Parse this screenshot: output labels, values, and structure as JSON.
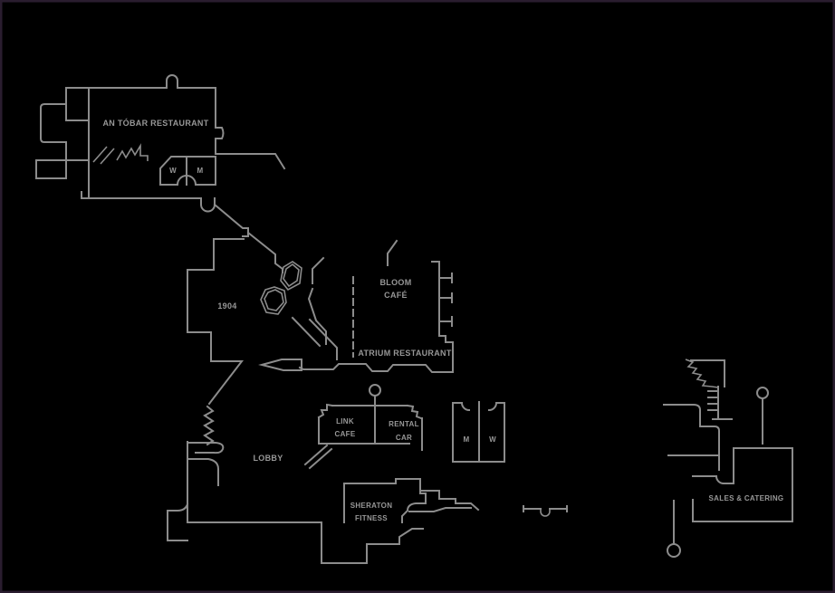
{
  "map": {
    "title_hint": "hotel floor plan",
    "colors": {
      "background": "#000000",
      "wall_line": "#8c8c8c",
      "label_text": "#979797",
      "frame_border": "#2a1d2f"
    },
    "labels": {
      "an_tobar": "AN TÓBAR RESTAURANT",
      "restroom_w_upper": "W",
      "restroom_m_upper": "M",
      "room_1904": "1904",
      "bloom_line1": "BLOOM",
      "bloom_line2": "CAFÉ",
      "atrium": "ATRIUM RESTAURANT",
      "link_line1": "LINK",
      "link_line2": "CAFE",
      "rental_line1": "RENTAL",
      "rental_line2": "CAR",
      "lobby": "LOBBY",
      "restroom_m_lobby": "M",
      "restroom_w_lobby": "W",
      "fitness_line1": "SHERATON",
      "fitness_line2": "FITNESS",
      "sales_catering": "SALES & CATERING"
    }
  }
}
